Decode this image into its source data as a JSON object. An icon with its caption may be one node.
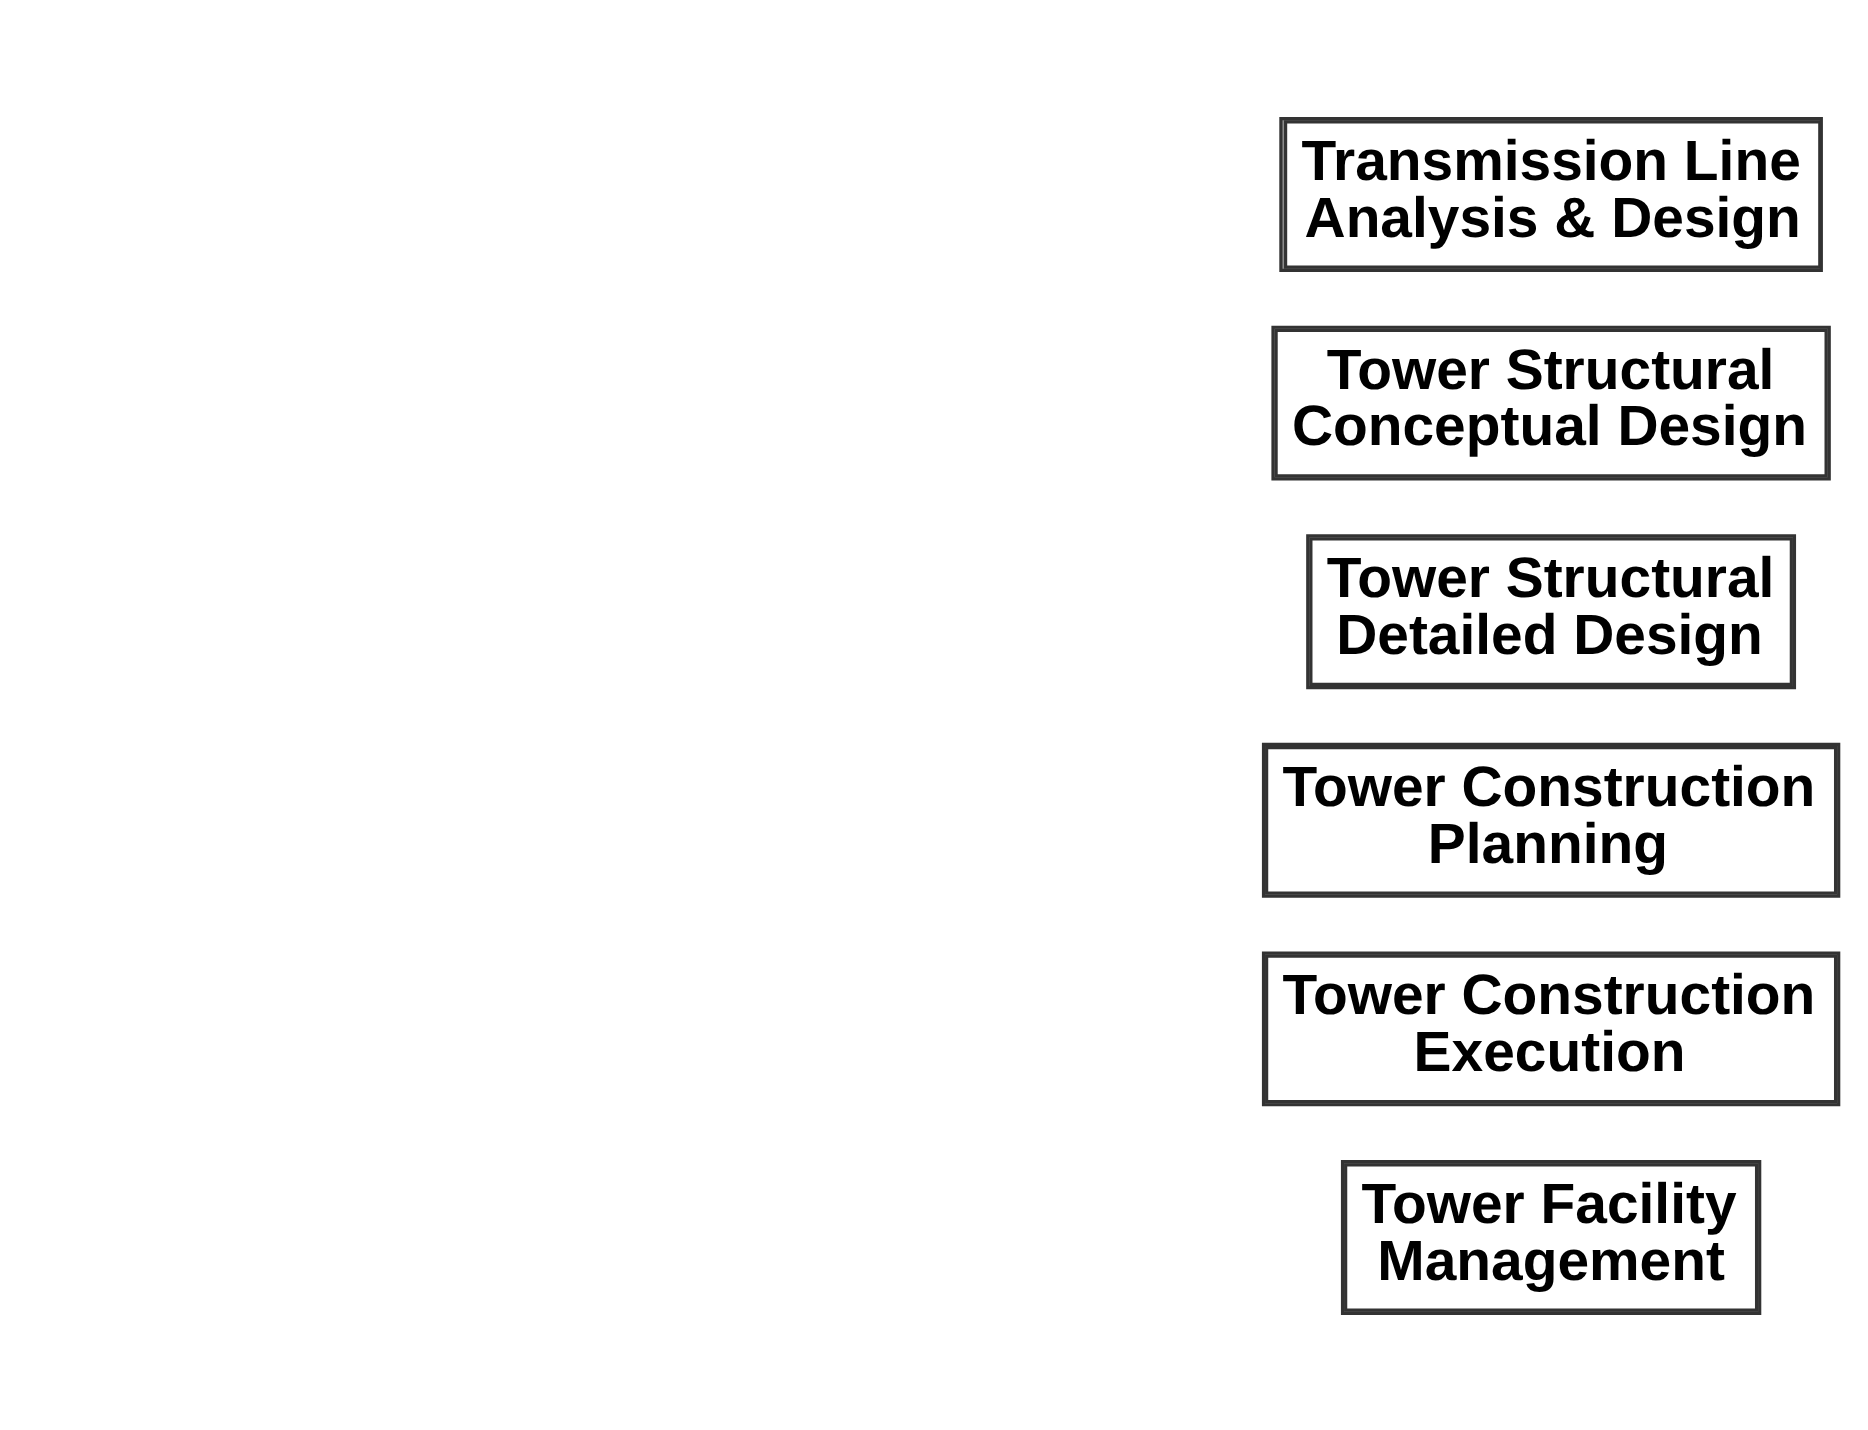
{
  "diagram": {
    "nodes": [
      {
        "text": [
          "Transmission Line Analysis & Design"
        ]
      },
      {
        "text": [
          "Tower Structural Conceptual Design"
        ]
      },
      {
        "text": [
          "Tower Structural Detailed Design"
        ]
      },
      {
        "text": [
          "Tower Construction Planning"
        ]
      },
      {
        "text": [
          "Tower Construction Execution"
        ]
      },
      {
        "text": [
          "Tower Facility Management"
        ]
      }
    ],
    "edges": []
  }
}
